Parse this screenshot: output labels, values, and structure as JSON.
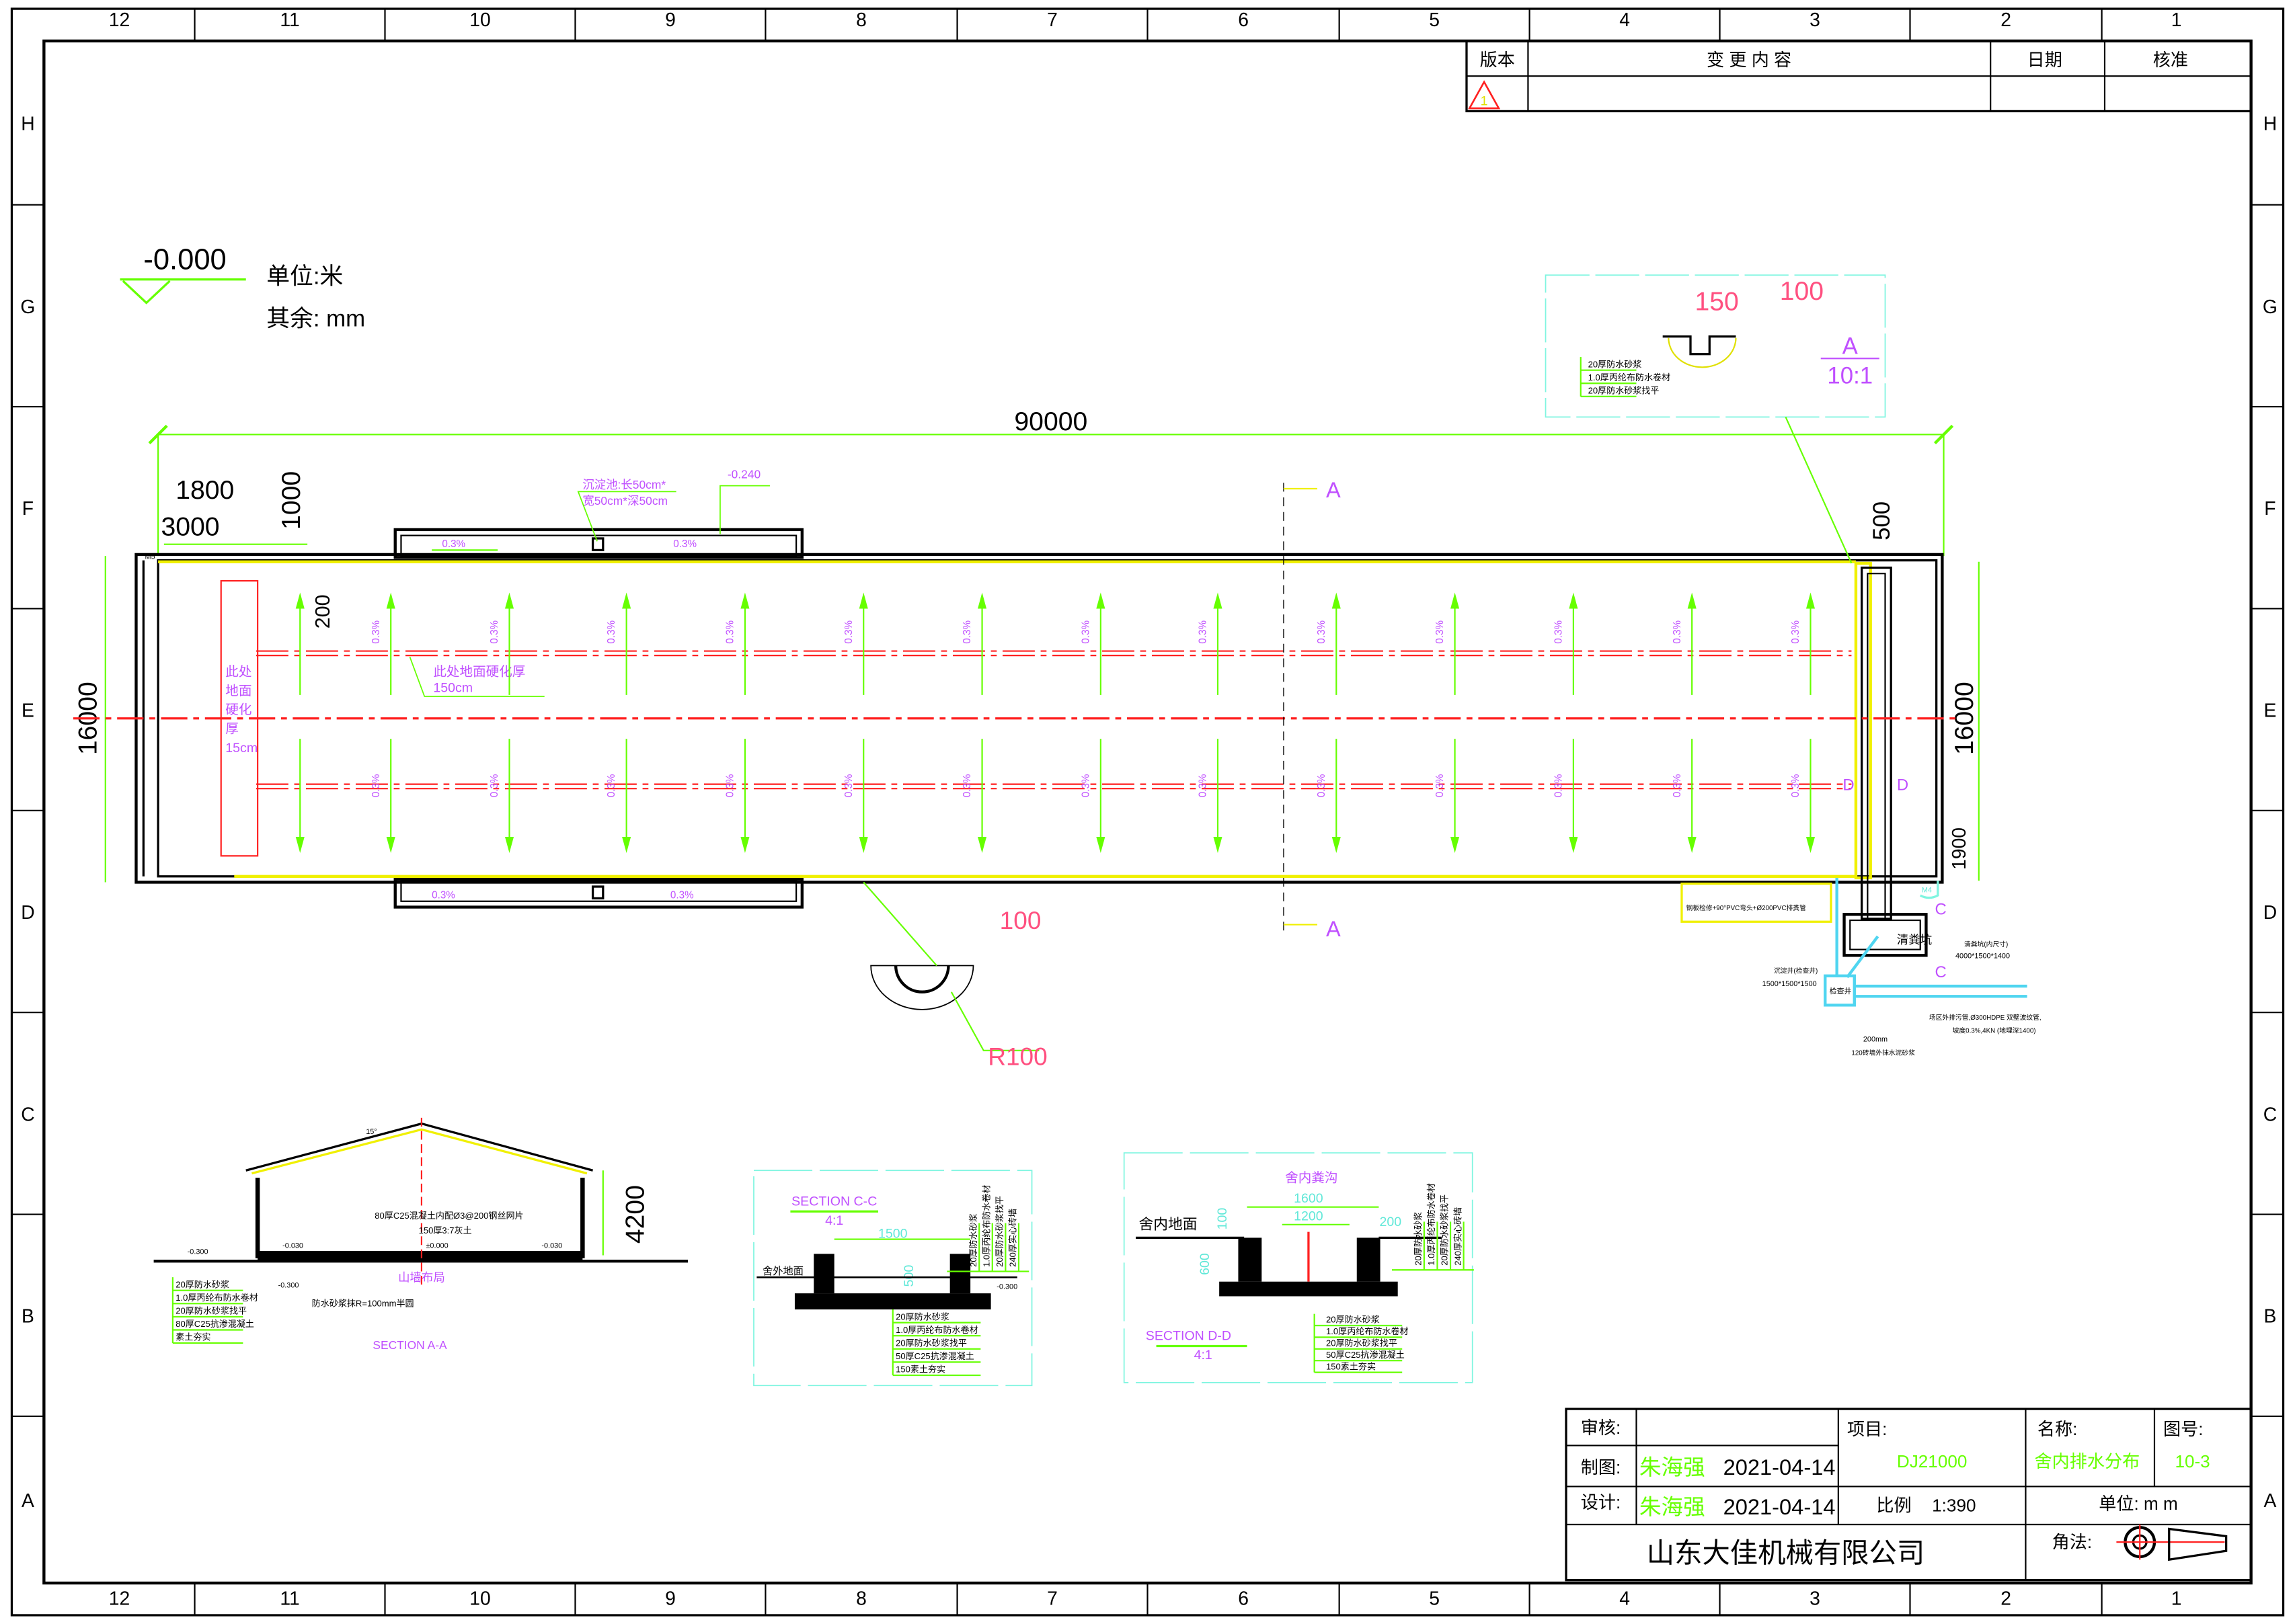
{
  "frame": {
    "columns": [
      "12",
      "11",
      "10",
      "9",
      "8",
      "7",
      "6",
      "5",
      "4",
      "3",
      "2",
      "1"
    ],
    "rows": [
      "H",
      "G",
      "F",
      "E",
      "D",
      "C",
      "B",
      "A"
    ]
  },
  "revision_table": {
    "headers": {
      "version": "版本",
      "content": "变 更 内 容",
      "date": "日期",
      "approve": "核准"
    },
    "rows": [
      {
        "version": "1",
        "content": "",
        "date": "",
        "approve": ""
      }
    ]
  },
  "legend": {
    "elevation": "-0.000",
    "unit_label": "单位:米",
    "other_label": "其余: mm"
  },
  "plan": {
    "dims": {
      "overall_length": "90000",
      "width_left": "16000",
      "width_right": "16000",
      "d1800": "1800",
      "d3000": "3000",
      "d1000": "1000",
      "d200": "200",
      "d500": "500",
      "d1900": "1900",
      "d100": "100",
      "r100": "R100"
    },
    "slope_label": "0.3%",
    "sediment_tank_line1": "沉淀池:长50cm*",
    "sediment_tank_line2": "宽50cm*深50cm",
    "elevation_minus": "-0.240",
    "hardening_left": [
      "此处",
      "地面",
      "硬化",
      "厚",
      "15cm"
    ],
    "hardening_mid_line1": "此处地面硬化厚",
    "hardening_mid_line2": "150cm",
    "section_a": "A",
    "section_d": "D",
    "section_c": "C",
    "door_m5": "M5",
    "door_m4": "M4",
    "manure_pit": "清粪坑",
    "pipe_note": "钢板检修+90°PVC弯头+Ø200PVC排粪管",
    "pit_size_label": "清粪坑(内尺寸)",
    "pit_size": "4000*1500*1400",
    "well_label": "沉淀井(检查井)",
    "well_size": "1500*1500*1500",
    "well": "检查井",
    "outlet_line1": "场区外排污管,Ø300HDPE 双壁波纹管,",
    "outlet_line2": "坡度0.3%,4KN (地埋深1400)",
    "wall_line1": "200mm",
    "wall_line2": "120砖墙外抹水泥砂浆"
  },
  "detail_a": {
    "dim_width": "150",
    "dim_depth": "100",
    "title": "A",
    "scale": "10:1",
    "layers": [
      "20厚防水砂浆",
      "1.0厚丙纶布防水卷材",
      "20厚防水砂浆找平"
    ]
  },
  "section_aa": {
    "title": "SECTION A-A",
    "subtitle": "山墙布局",
    "height": "4200",
    "roof_angle": "15°",
    "slab_note": "80厚C25混凝土内配Ø3@200钢丝网片",
    "lime_note": "150厚3:7灰土",
    "elev_zero": "±0.000",
    "elev_in_left": "-0.030",
    "elev_in_right": "-0.030",
    "elev_out": "-0.300",
    "elev_out2": "-0.300",
    "cove_note": "防水砂浆抹R=100mm半圆",
    "layers": [
      "20厚防水砂浆",
      "1.0厚丙纶布防水卷材",
      "20厚防水砂浆找平",
      "80厚C25抗渗混凝土",
      "素土夯实"
    ]
  },
  "section_cc": {
    "title": "SECTION C-C",
    "scale": "4:1",
    "width": "1500",
    "depth": "500",
    "ground": "舍外地面",
    "elev": "-0.300",
    "wall_layers": [
      "20厚防水砂浆",
      "1.0厚丙纶布防水卷材",
      "20厚防水砂浆找平",
      "240厚实心砖墙"
    ],
    "floor_layers": [
      "20厚防水砂浆",
      "1.0厚丙纶布防水卷材",
      "20厚防水砂浆找平",
      "50厚C25抗渗混凝土",
      "150素土夯实"
    ]
  },
  "section_dd": {
    "title": "SECTION D-D",
    "scale": "4:1",
    "heading": "舍内粪沟",
    "ground": "舍内地面",
    "w_outer": "1600",
    "w_inner": "1200",
    "w_side": "200",
    "h_step": "100",
    "depth": "600",
    "wall_layers": [
      "20厚防水砂浆",
      "1.0厚丙纶布防水卷材",
      "20厚防水砂浆找平",
      "240厚实心砖墙"
    ],
    "floor_layers": [
      "20厚防水砂浆",
      "1.0厚丙纶布防水卷材",
      "20厚防水砂浆找平",
      "50厚C25抗渗混凝土",
      "150素土夯实"
    ]
  },
  "title_block": {
    "review_label": "审核:",
    "review_value": "",
    "drawn_label": "制图:",
    "drawn_name": "朱海强",
    "drawn_date": "2021-04-14",
    "design_label": "设计:",
    "design_name": "朱海强",
    "design_date": "2021-04-14",
    "project_label": "项目:",
    "project_value": "DJ21000",
    "name_label": "名称:",
    "name_value": "舍内排水分布",
    "drawing_no_label": "图号:",
    "drawing_no_value": "10-3",
    "scale_label": "比例",
    "scale_value": "1:390",
    "unit_label": "单位: m m",
    "company": "山东大佳机械有限公司",
    "projection_label": "角法:"
  },
  "colors": {
    "dimension": "#66ff00",
    "centerline": "#ff2020",
    "annotation": "#c050ff",
    "pipe": "#4fd5f0"
  }
}
